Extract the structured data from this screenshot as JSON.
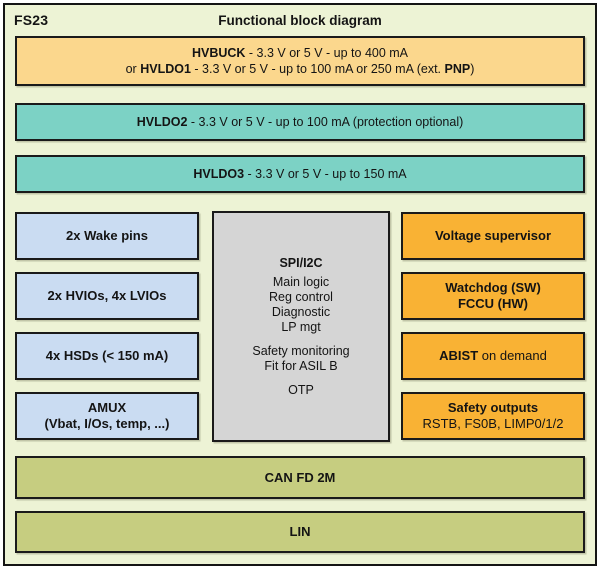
{
  "colors": {
    "bg": "#edf3d5",
    "hvbuck": "#fbd78d",
    "hvldo": "#7cd2c5",
    "io": "#cadcf2",
    "logic": "#d5d5d5",
    "safety": "#f9b234",
    "com": "#c6cd80",
    "ink": "#141414"
  },
  "header": {
    "chip": "FS23",
    "title": "Functional block diagram"
  },
  "hvbuck": {
    "l1": [
      "HVBUCK",
      " - 3.3 V or 5 V - up to 400 mA"
    ],
    "l2": [
      "or ",
      "HVLDO1",
      " - 3.3 V or 5 V - up to 100 mA or 250 mA (ext. ",
      "PNP",
      ")"
    ]
  },
  "hvldo2": [
    "HVLDO2",
    " - 3.3 V or 5 V - up to 100 mA (protection optional)"
  ],
  "hvldo3": [
    "HVLDO3",
    " - 3.3 V or 5 V - up to 150 mA"
  ],
  "left_col": {
    "wake": "2x Wake pins",
    "ios": "2x HVIOs, 4x LVIOs",
    "hsds": "4x HSDs (< 150 mA)",
    "amux_l1": "AMUX",
    "amux_l2": "(Vbat, I/Os, temp, ...)"
  },
  "core": {
    "title": "SPI/I2C",
    "group1": [
      "Main logic",
      "Reg control",
      "Diagnostic",
      "LP mgt"
    ],
    "group2": [
      "Safety monitoring",
      "Fit for ASIL B"
    ],
    "group3": [
      "OTP"
    ]
  },
  "right_col": {
    "supervisor": "Voltage supervisor",
    "watchdog_l1": "Watchdog (SW)",
    "watchdog_l2": "FCCU (HW)",
    "abist": [
      "ABIST",
      " on demand"
    ],
    "safety_l1": "Safety outputs",
    "safety_l2": "RSTB, FS0B, LIMP0/1/2"
  },
  "bottom": {
    "can": "CAN FD 2M",
    "lin": "LIN"
  }
}
